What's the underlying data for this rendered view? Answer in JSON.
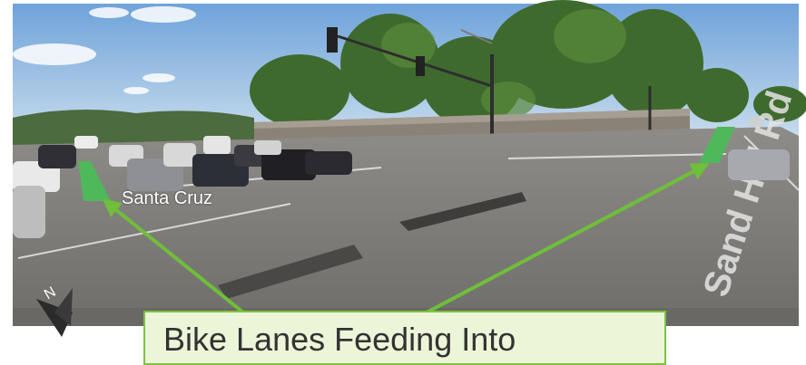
{
  "labels": {
    "location": "Santa Cruz",
    "callout": "Bike Lanes Feeding Into",
    "street_sign": "Sand Hill Rd",
    "compass": "N"
  },
  "colors": {
    "arrow": "#6fbf3a",
    "bike_lane": "#4fb85a",
    "callout_bg": "#ecf5d8",
    "callout_border": "#7cc243",
    "sky": "#8fb6e0"
  }
}
